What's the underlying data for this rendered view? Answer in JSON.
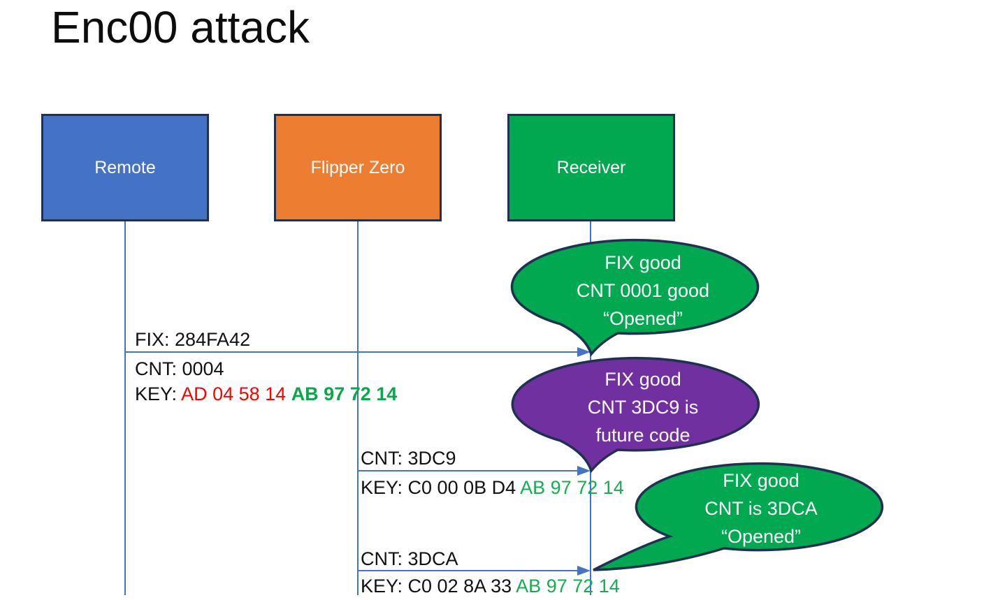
{
  "title": "Enc00 attack",
  "actors": {
    "remote": {
      "label": "Remote",
      "color": "#4472C4"
    },
    "flipper": {
      "label": "Flipper Zero",
      "color": "#ED7D31"
    },
    "receiver": {
      "label": "Receiver",
      "color": "#00A84F"
    }
  },
  "messages": {
    "m1": {
      "from": "Remote",
      "to": "Receiver",
      "fix": "FIX: 284FA42",
      "cnt": "CNT: 0004",
      "key_label": "KEY: ",
      "key_red": "AD 04 58 14 ",
      "key_green": "AB 97 72 14"
    },
    "m2": {
      "from": "Flipper Zero",
      "to": "Receiver",
      "cnt": "CNT: 3DC9",
      "key_black": "KEY: C0 00 0B D4 ",
      "key_green": "AB 97 72 14"
    },
    "m3": {
      "from": "Flipper Zero",
      "to": "Receiver",
      "cnt": "CNT: 3DCA",
      "key_black": "KEY: C0 02 8A 33 ",
      "key_green": "AB 97 72 14"
    }
  },
  "bubbles": {
    "b1": {
      "color": "#00A84F",
      "line1": "FIX good",
      "line2": "CNT 0001 good",
      "line3": "“Opened”"
    },
    "b2": {
      "color": "#7030A0",
      "line1": "FIX good",
      "line2": "CNT 3DC9 is",
      "line3": "future code"
    },
    "b3": {
      "color": "#00A84F",
      "line1": "FIX good",
      "line2": "CNT is 3DCA",
      "line3": "“Opened”"
    }
  },
  "colors": {
    "outline_navy": "#1F3050",
    "line_blue": "#4472C4",
    "text_red": "#FF0000",
    "text_green": "#13AE50",
    "bubble_green": "#00A84F",
    "bubble_purple": "#7030A0"
  }
}
